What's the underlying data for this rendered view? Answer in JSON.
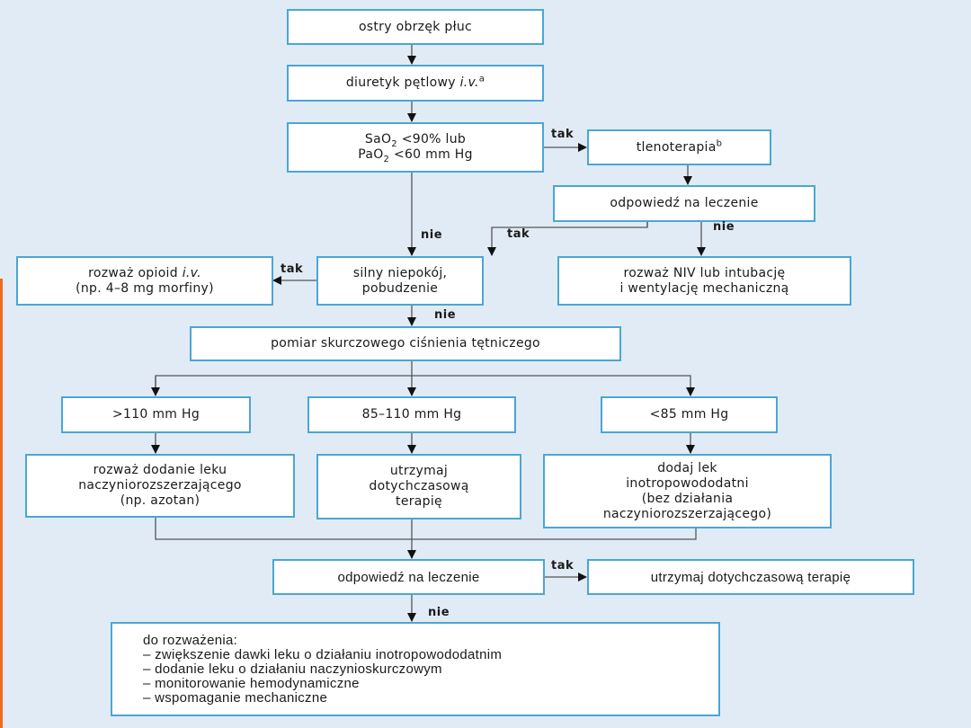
{
  "colors": {
    "background": "#e1ebf6",
    "box_border": "#4aa6d6",
    "left_strip": "#f06a1c"
  },
  "nodes": {
    "start": "ostry obrzęk płuc",
    "diuretic": "diuretyk pętlowy",
    "diuretic_italic": "i.v.",
    "diuretic_sup": "a",
    "sat_line1_a": "SaO",
    "sat_line1_sub": "2",
    "sat_line1_b": " <90% lub",
    "sat_line2_a": "PaO",
    "sat_line2_sub": "2",
    "sat_line2_b": " <60 mm Hg",
    "oxygen": "tlenoterapia",
    "oxygen_sup": "b",
    "response1": "odpowiedź na leczenie",
    "opioid_line1": "rozważ opioid ",
    "opioid_italic": "i.v.",
    "opioid_line2": "(np. 4–8 mg morfiny)",
    "anxiety_line1": "silny niepokój,",
    "anxiety_line2": "pobudzenie",
    "niv_line1": "rozważ NIV lub intubację",
    "niv_line2": "i wentylację mechaniczną",
    "bp": "pomiar skurczowego ciśnienia tętniczego",
    "bp_high": ">110 mm Hg",
    "bp_mid": "85–110 mm Hg",
    "bp_low": "<85 mm Hg",
    "vaso_line1": "rozważ dodanie leku",
    "vaso_line2": "naczyniorozszerzającego",
    "vaso_line3": "(np. azotan)",
    "keep_line1": "utrzymaj",
    "keep_line2": "dotychczasową",
    "keep_line3": "terapię",
    "ino_line1": "dodaj lek",
    "ino_line2": "inotropowododatni",
    "ino_line3": "(bez działania",
    "ino_line4": "naczyniorozszerzającego)",
    "response2": "odpowiedź na leczenie",
    "keep2": "utrzymaj dotychczasową terapię",
    "consider_title": "do rozważenia:",
    "consider_items": [
      "– zwiększenie dawki leku o działaniu inotropowododatnim",
      "– dodanie leku o działaniu naczynioskurczowym",
      "– monitorowanie hemodynamiczne",
      "– wspomaganie mechaniczne"
    ]
  },
  "edge_labels": {
    "yes": "tak",
    "no": "nie"
  }
}
